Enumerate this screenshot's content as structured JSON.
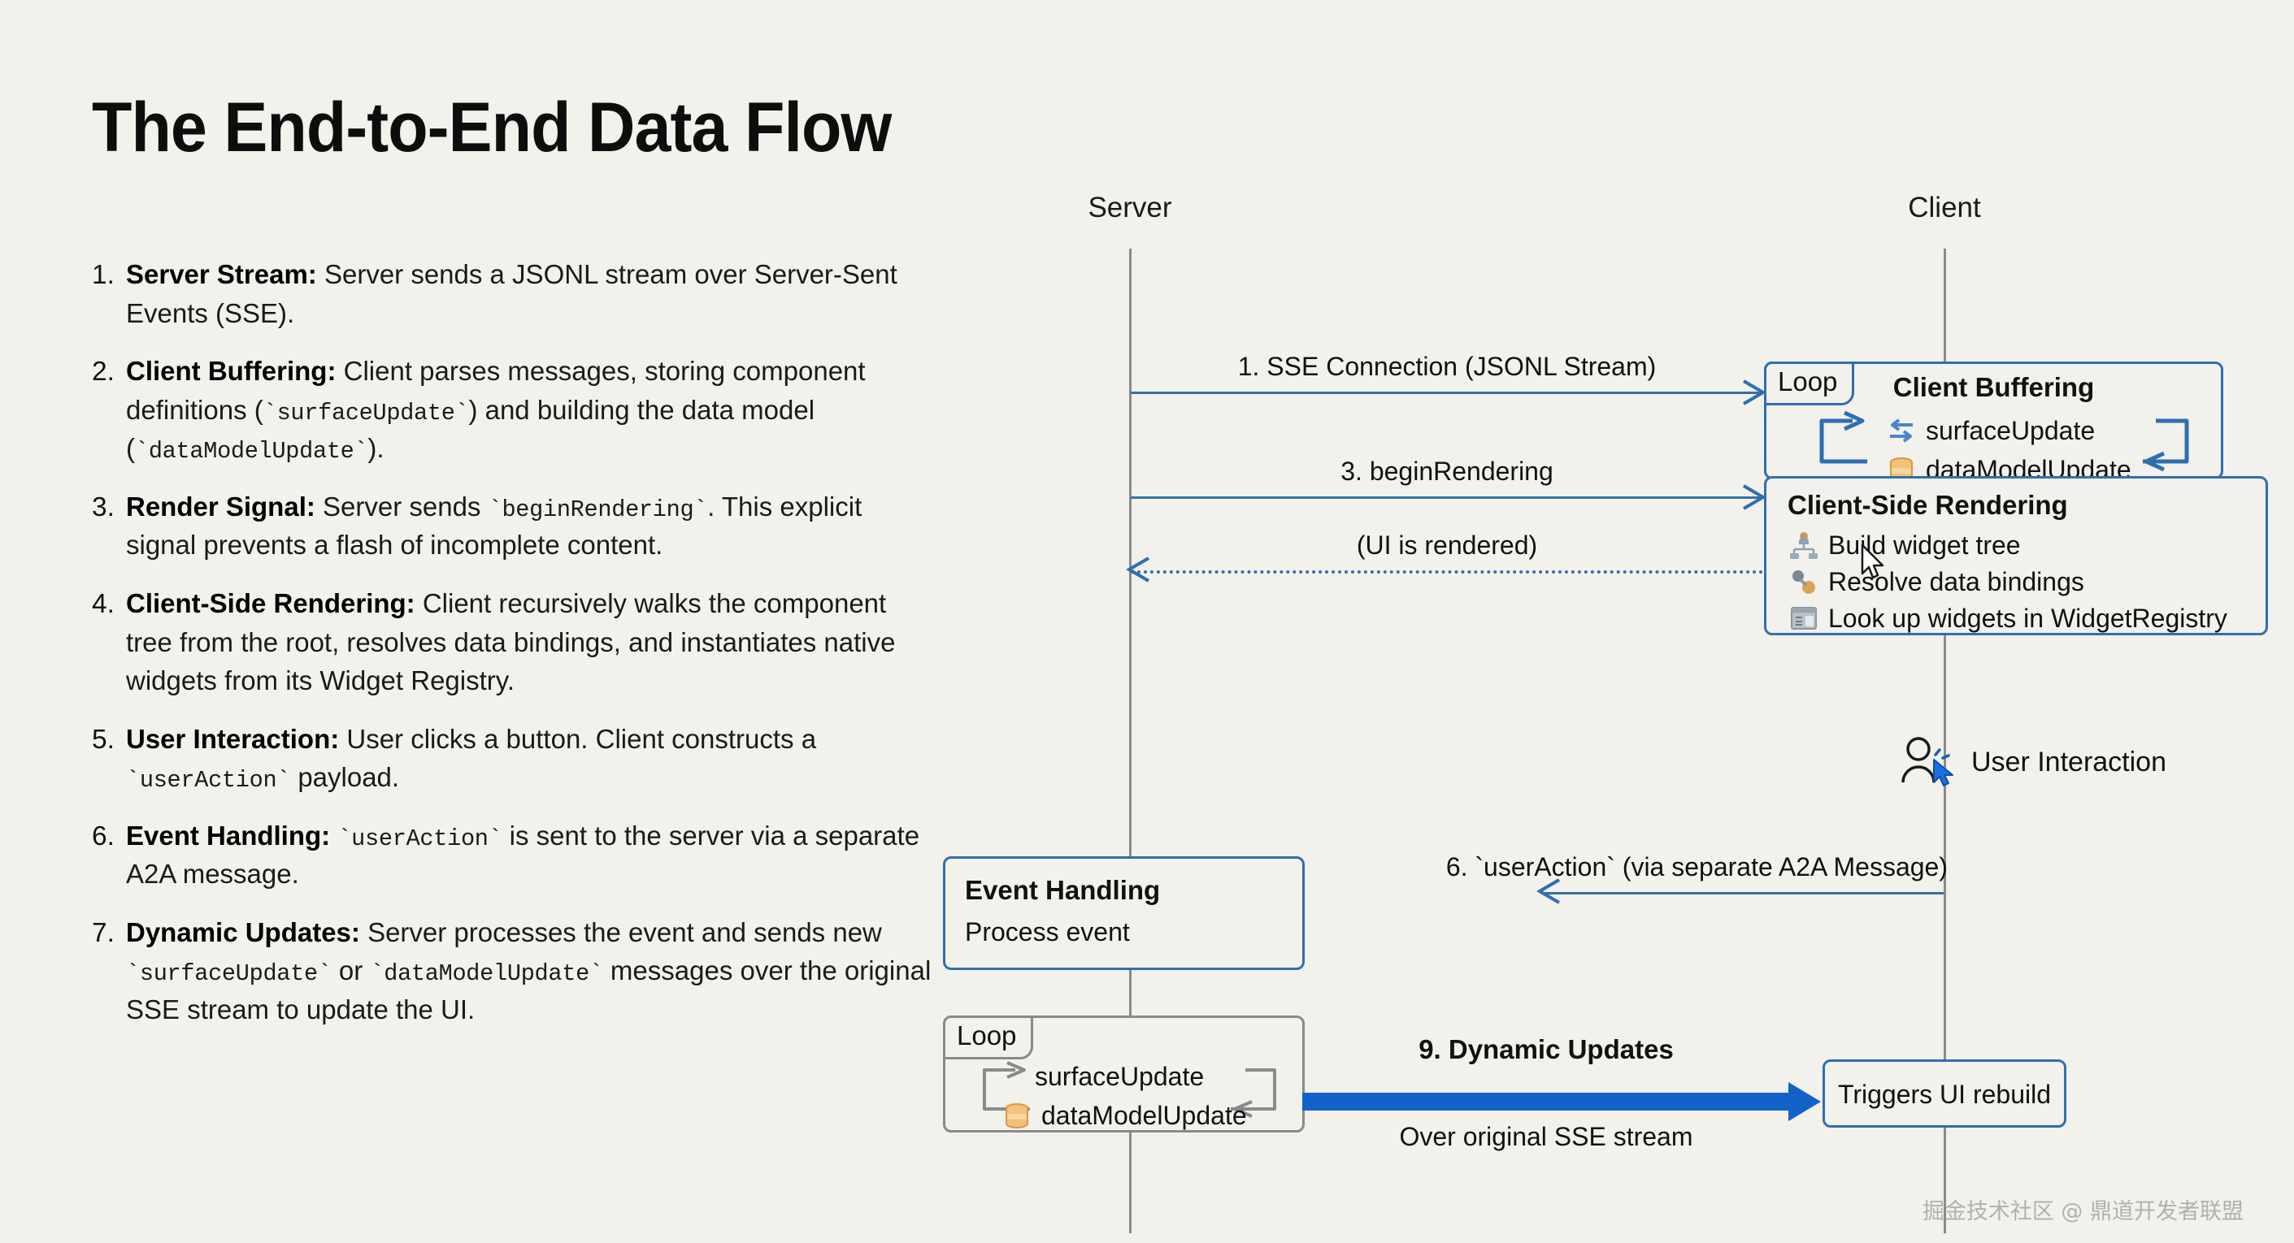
{
  "title": "The End-to-End Data Flow",
  "steps": [
    {
      "num": "1.",
      "head": "Server Stream:",
      "rest": " Server sends a JSONL stream over Server-Sent Events (SSE)."
    },
    {
      "num": "2.",
      "head": "Client Buffering:",
      "rest": " Client parses messages, storing component definitions (`surfaceUpdate`) and building the data model (`dataModelUpdate`)."
    },
    {
      "num": "3.",
      "head": "Render Signal:",
      "rest": " Server sends `beginRendering`. This explicit signal prevents a flash of incomplete content."
    },
    {
      "num": "4.",
      "head": "Client-Side Rendering:",
      "rest": " Client recursively walks the component tree from the root, resolves data bindings, and instantiates native widgets from its Widget Registry."
    },
    {
      "num": "5.",
      "head": "User Interaction:",
      "rest": " User clicks a button. Client constructs a `userAction` payload."
    },
    {
      "num": "6.",
      "head": "Event Handling:",
      "rest": " `userAction` is sent to the server via a separate A2A message."
    },
    {
      "num": "7.",
      "head": "Dynamic Updates:",
      "rest": " Server processes the event and sends new `surfaceUpdate` or `dataModelUpdate` messages over the original SSE stream to update the UI."
    }
  ],
  "diagram": {
    "actors": {
      "server": "Server",
      "client": "Client"
    },
    "messages": {
      "m1": "1. SSE Connection (JSONL Stream)",
      "m3": "3. beginRendering",
      "m_rendered": "(UI is rendered)",
      "m6": "6. `userAction` (via separate A2A Message)",
      "m9_top": "9. Dynamic Updates",
      "m9_bottom": "Over original SSE stream"
    },
    "client_buffering": {
      "loop_tag": "Loop",
      "title": "Client Buffering",
      "rows": [
        {
          "icon": "swap-arrows-icon",
          "label": "surfaceUpdate"
        },
        {
          "icon": "database-icon",
          "label": "dataModelUpdate"
        }
      ]
    },
    "client_rendering": {
      "title": "Client-Side Rendering",
      "rows": [
        {
          "icon": "org-chart-icon",
          "label": "Build widget tree"
        },
        {
          "icon": "linked-rings-icon",
          "label": "Resolve data bindings"
        },
        {
          "icon": "registry-card-icon",
          "label": "Look up widgets in WidgetRegistry"
        }
      ]
    },
    "user_interaction": {
      "icon": "user-click-icon",
      "label": "User Interaction"
    },
    "event_handling": {
      "title": "Event Handling",
      "subtitle": "Process event"
    },
    "server_loop": {
      "loop_tag": "Loop",
      "rows": [
        {
          "icon": "none",
          "label": "surfaceUpdate"
        },
        {
          "icon": "database-icon",
          "label": "dataModelUpdate"
        }
      ]
    },
    "ui_rebuild": "Triggers UI rebuild"
  },
  "watermark": "掘金技术社区 @ 鼎道开发者联盟",
  "colors": {
    "background": "#f2f1ec",
    "accent_blue": "#2f6fb0",
    "strong_blue": "#1263c8",
    "lifeline_gray": "#8a8a8a",
    "db_orange": "#e8a33d"
  }
}
